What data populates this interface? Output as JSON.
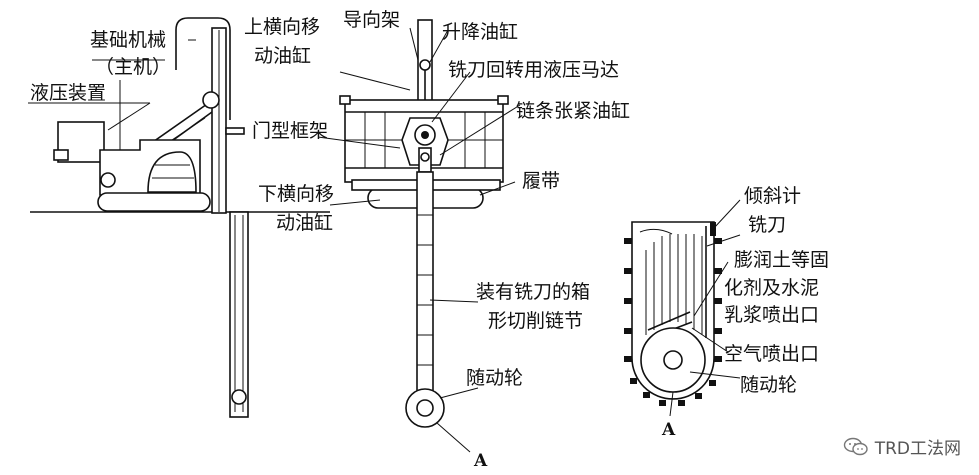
{
  "labels": {
    "base_machine_1": "基础机械",
    "base_machine_2": "（主机）",
    "hydraulic_unit": "液压装置",
    "upper_lateral_1": "上横向移",
    "upper_lateral_2": "动油缸",
    "guide_frame": "导向架",
    "lift_cylinder": "升降油缸",
    "rotary_motor": "铣刀回转用液压马达",
    "gantry_frame": "门型框架",
    "chain_tension": "链条张紧油缸",
    "crawler": "履带",
    "lower_lateral_1": "下横向移",
    "lower_lateral_2": "动油缸",
    "chain_box_1": "装有铣刀的箱",
    "chain_box_2": "形切削链节",
    "follower_wheel_mid": "随动轮",
    "point_a_mid": "A",
    "inclinometer": "倾斜计",
    "cutter": "铣刀",
    "slurry_1": "膨润土等固",
    "slurry_2": "化剂及水泥",
    "slurry_3": "乳浆喷出口",
    "air_outlet": "空气喷出口",
    "follower_wheel_right": "随动轮",
    "point_a_right": "A"
  },
  "watermark": {
    "icon": "wechat-icon",
    "text": "TRD工法网"
  }
}
